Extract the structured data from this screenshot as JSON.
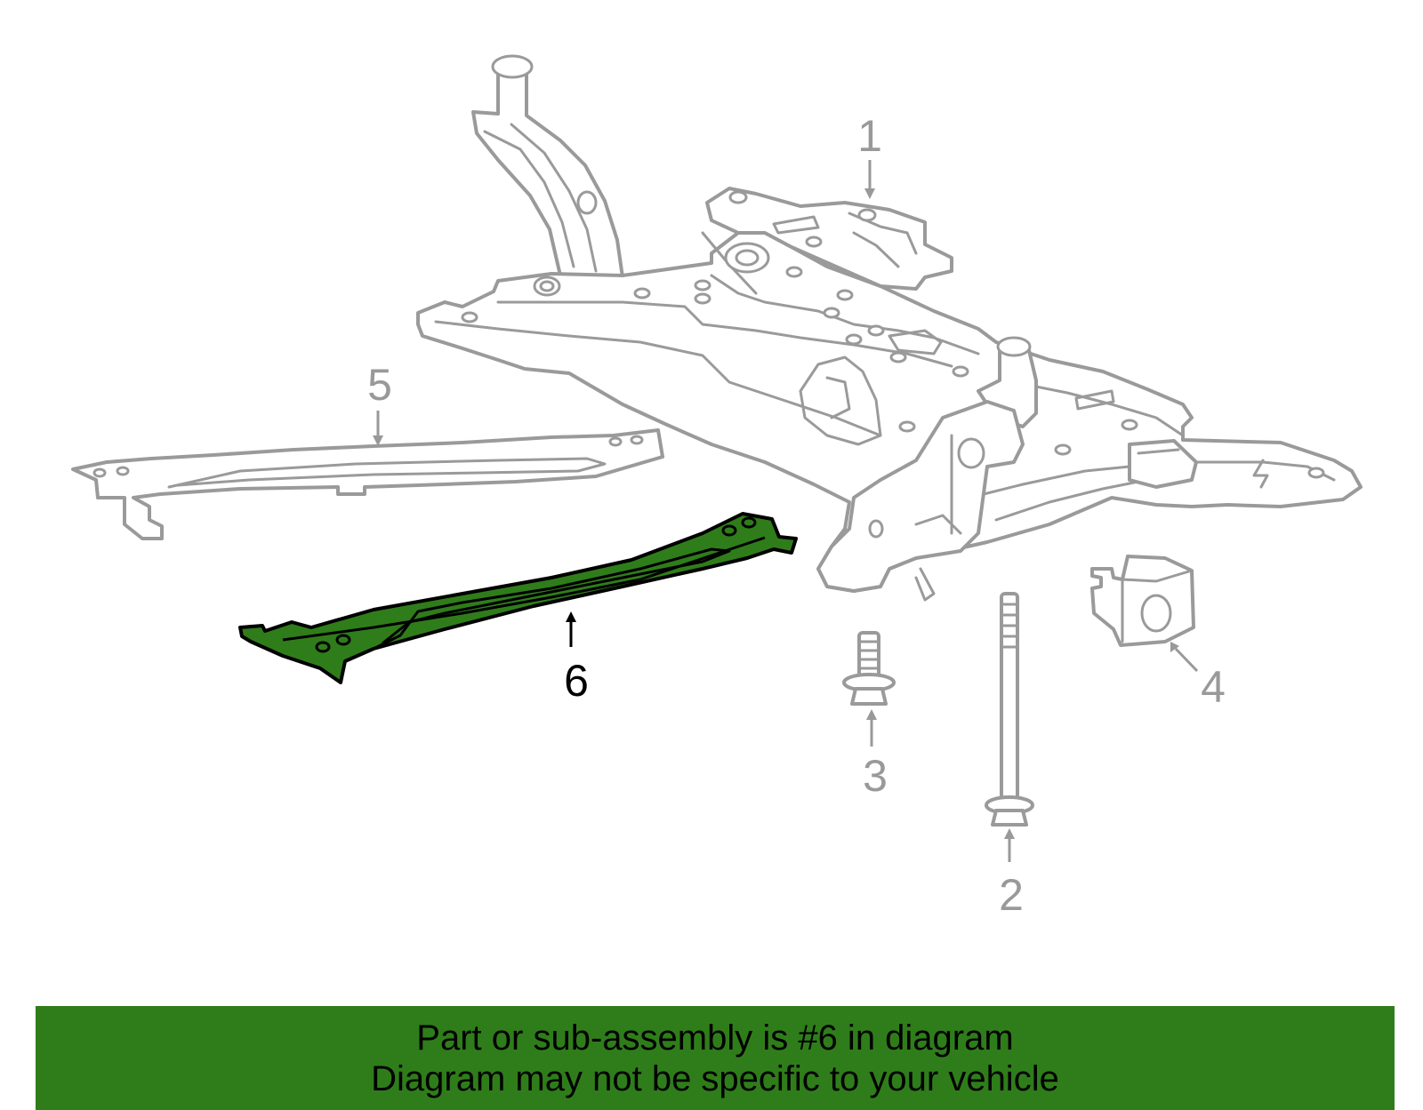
{
  "diagram": {
    "colors": {
      "highlight_fill": "#2f7d1a",
      "outline_grey": "#9a9a9a",
      "label_grey": "#999999",
      "banner_bg": "#2f7d1a"
    },
    "callouts": [
      {
        "id": "1",
        "label": "1",
        "highlighted": false
      },
      {
        "id": "2",
        "label": "2",
        "highlighted": false
      },
      {
        "id": "3",
        "label": "3",
        "highlighted": false
      },
      {
        "id": "4",
        "label": "4",
        "highlighted": false
      },
      {
        "id": "5",
        "label": "5",
        "highlighted": false
      },
      {
        "id": "6",
        "label": "6",
        "highlighted": true
      }
    ]
  },
  "banner": {
    "line1": "Part or sub-assembly is #6 in diagram",
    "line2": "Diagram may not be specific to your vehicle"
  }
}
